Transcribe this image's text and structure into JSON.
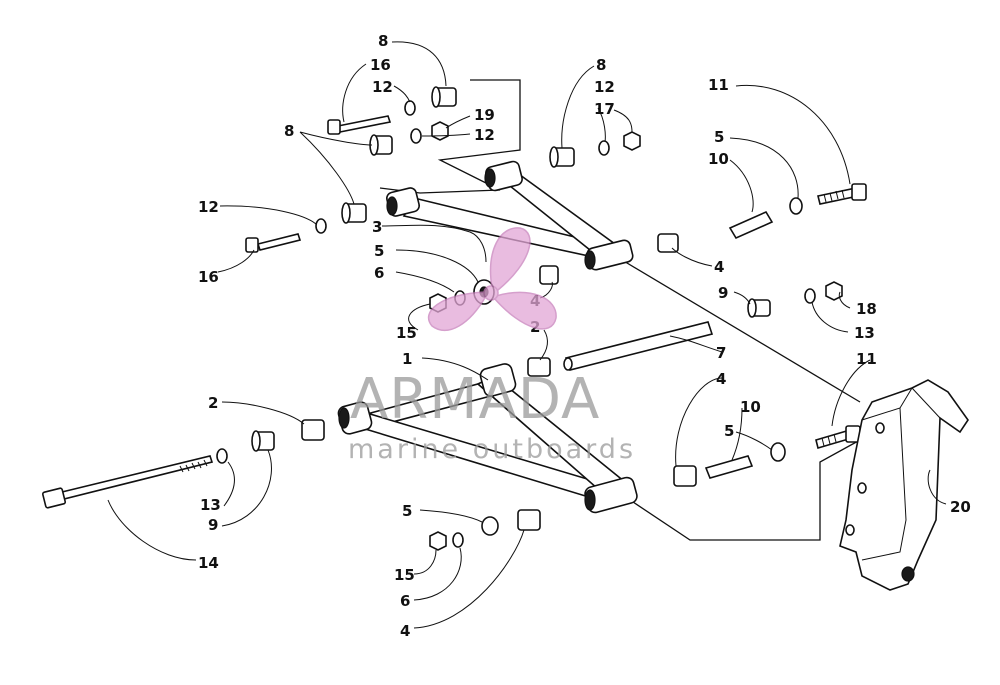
{
  "diagram": {
    "callouts": {
      "c_8a": "8",
      "c_16a": "16",
      "c_12a": "12",
      "c_19": "19",
      "c_12b": "12",
      "c_8b": "8",
      "c_12c": "12",
      "c_17": "17",
      "c_11a": "11",
      "c_5a": "5",
      "c_10a": "10",
      "c_8c": "8",
      "c_12d": "12",
      "c_16b": "16",
      "c_3": "3",
      "c_5b": "5",
      "c_6a": "6",
      "c_4a": "4",
      "c_15a": "15",
      "c_4b": "4",
      "c_9a": "9",
      "c_18": "18",
      "c_13a": "13",
      "c_2a": "2",
      "c_7": "7",
      "c_1": "1",
      "c_11b": "11",
      "c_2b": "2",
      "c_4c": "4",
      "c_10b": "10",
      "c_5c": "5",
      "c_13b": "13",
      "c_9b": "9",
      "c_14": "14",
      "c_20": "20",
      "c_5d": "5",
      "c_15b": "15",
      "c_6b": "6",
      "c_4d": "4"
    }
  },
  "watermark": {
    "brand": "ARMADA",
    "tagline": "marine outboards",
    "colors": {
      "logo": "#e2a6d6",
      "logo_stroke": "#c77fbb",
      "text": "#9a9a9a"
    }
  }
}
